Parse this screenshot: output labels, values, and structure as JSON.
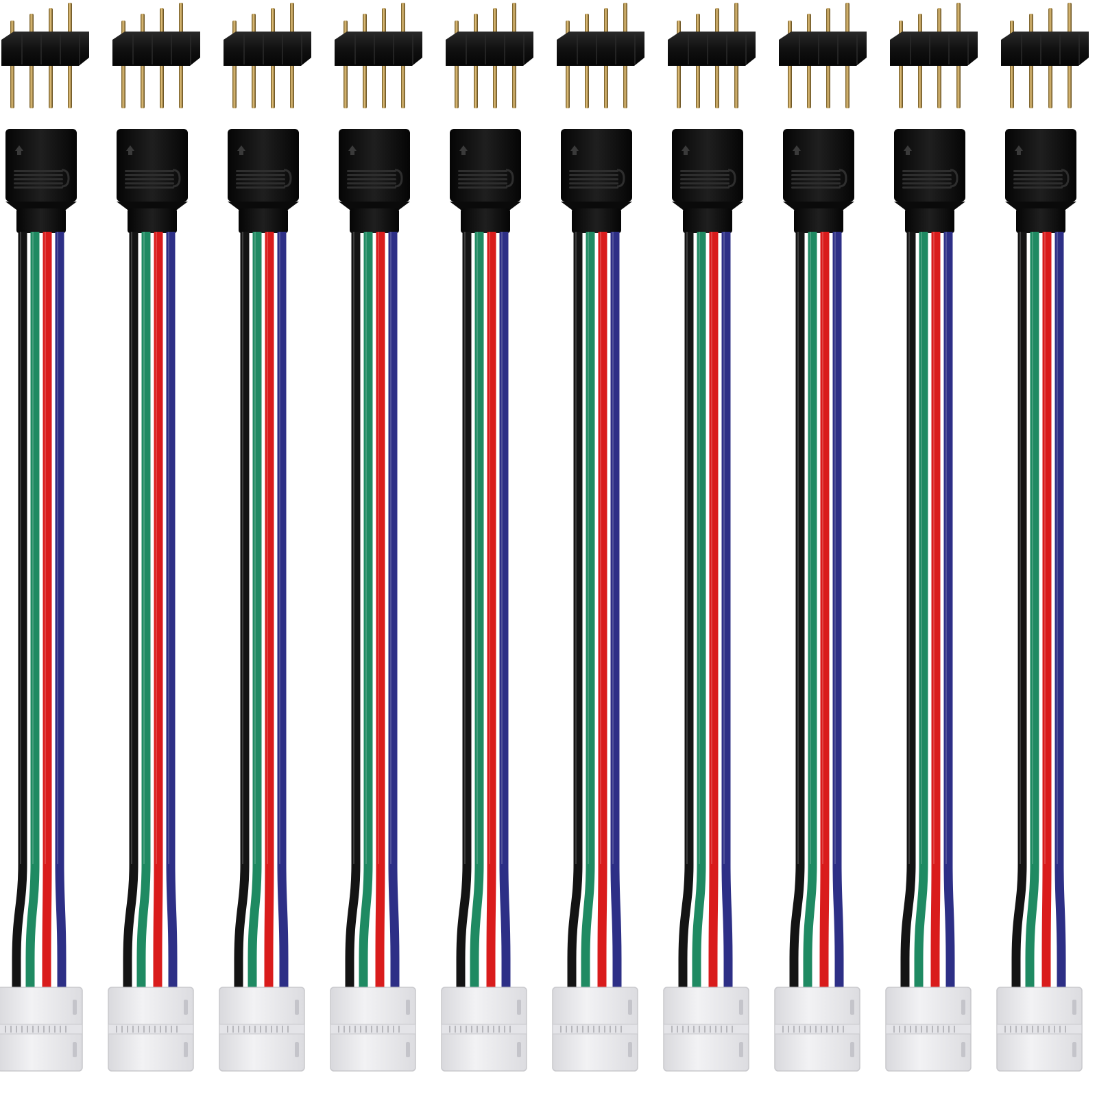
{
  "image": {
    "background": "#ffffff",
    "item_count": 10,
    "items": [
      {
        "wire_order": [
          "black",
          "green",
          "red",
          "blue"
        ]
      },
      {
        "wire_order": [
          "black",
          "green",
          "red",
          "blue"
        ]
      },
      {
        "wire_order": [
          "black",
          "green",
          "red",
          "blue"
        ]
      },
      {
        "wire_order": [
          "black",
          "green",
          "red",
          "blue"
        ]
      },
      {
        "wire_order": [
          "black",
          "green",
          "red",
          "blue"
        ]
      },
      {
        "wire_order": [
          "black",
          "green",
          "red",
          "blue"
        ]
      },
      {
        "wire_order": [
          "black",
          "green",
          "red",
          "blue"
        ]
      },
      {
        "wire_order": [
          "black",
          "green",
          "red",
          "blue"
        ]
      },
      {
        "wire_order": [
          "black",
          "green",
          "red",
          "blue"
        ]
      },
      {
        "wire_order": [
          "black",
          "green",
          "red",
          "blue"
        ]
      }
    ],
    "pin_header": {
      "pin_count": 4,
      "body_color": "#0d0d0d",
      "pin_color": "#b8954a"
    },
    "female_plug": {
      "color": "#111111",
      "icon": "arrow-up-icon"
    },
    "clip_connector": {
      "color": "#f2f2f4",
      "outline": "#c8c8cc"
    },
    "wire_colors": {
      "black": "#141414",
      "green": "#1f8a62",
      "red": "#d91c1c",
      "blue": "#2d2f86"
    }
  }
}
